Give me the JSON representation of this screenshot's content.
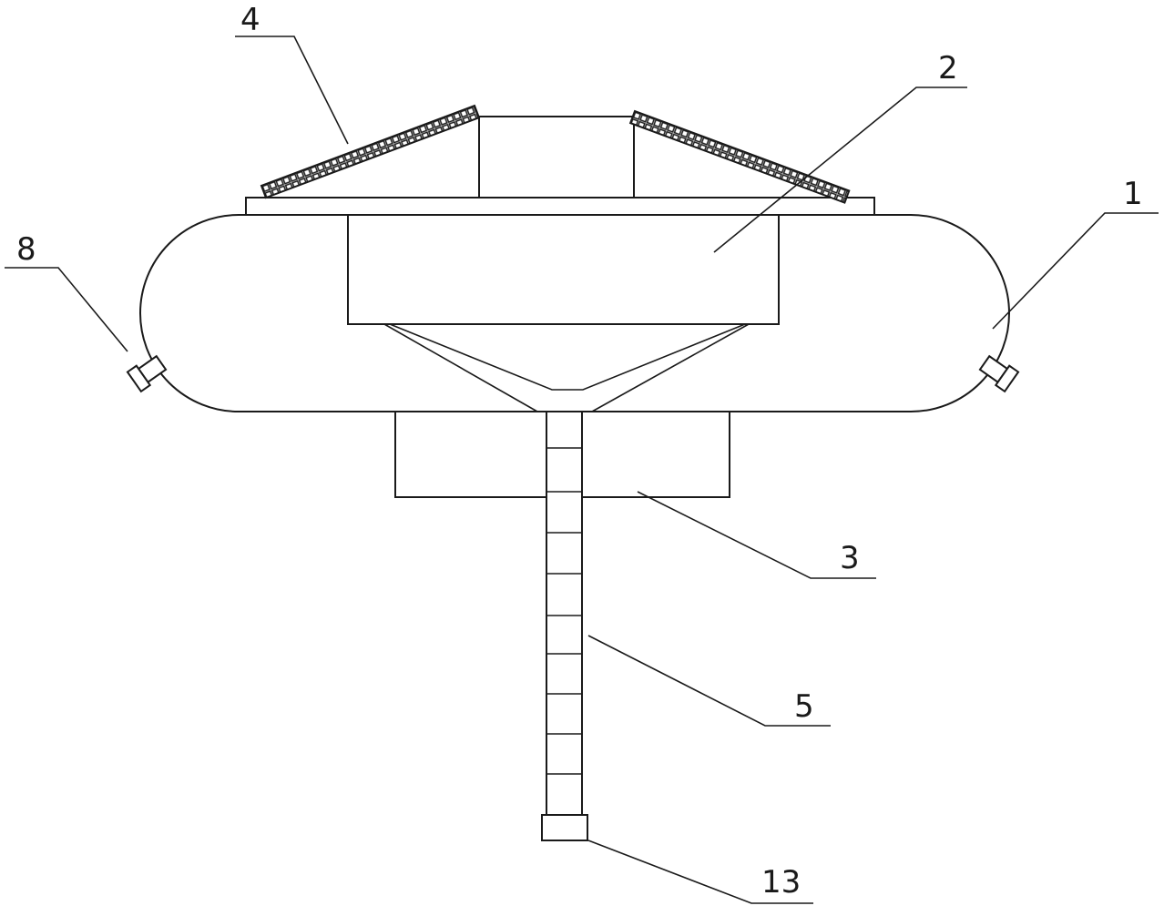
{
  "callouts": {
    "c1": "1",
    "c2": "2",
    "c3": "3",
    "c4": "4",
    "c5": "5",
    "c8": "8",
    "c13": "13"
  },
  "colors": {
    "stroke": "#1a1a1a",
    "background": "#ffffff"
  }
}
